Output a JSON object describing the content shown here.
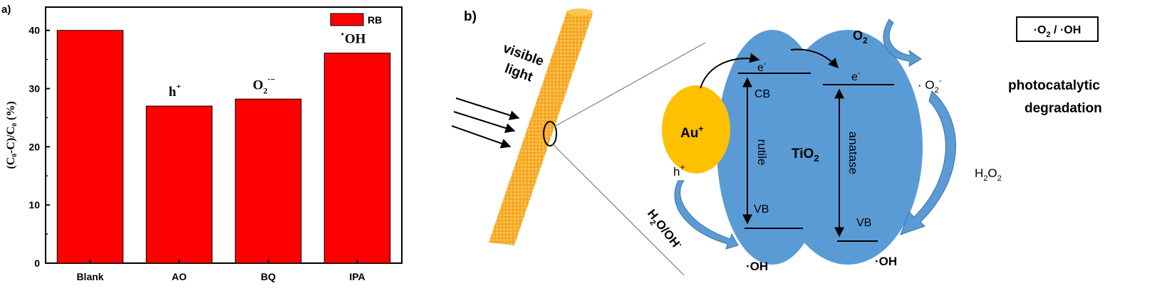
{
  "chart_data": {
    "panel_label": "a)",
    "type": "bar",
    "title": "",
    "xlabel": "",
    "ylabel": "(C₀-C)/C₀ (%)",
    "ylim": [
      0,
      44
    ],
    "yticks": [
      0,
      10,
      20,
      30,
      40
    ],
    "grid": false,
    "legend": {
      "position": "top-right",
      "entries": [
        "RB"
      ]
    },
    "categories": [
      "Blank",
      "AO",
      "BQ",
      "IPA"
    ],
    "series": [
      {
        "name": "RB",
        "color": "#ff0000",
        "values": [
          40.0,
          27.0,
          28.2,
          36.1
        ]
      }
    ],
    "bar_annotations": [
      {
        "category": "AO",
        "base": "h",
        "sup": "+"
      },
      {
        "category": "BQ",
        "base": "O",
        "sub": "2",
        "sup": "·−"
      },
      {
        "category": "IPA",
        "base": "OH",
        "pre": "·"
      }
    ]
  },
  "diagram": {
    "panel_label": "b)",
    "light_label_1": "visible",
    "light_label_2": "light",
    "au_label": "Au",
    "au_sup": "+",
    "hole_label": "h",
    "hole_sup": "+",
    "electron_rutile": "e",
    "electron_anatase": "e",
    "electron_sup": "-",
    "cb_label": "CB",
    "vb_label_rutile": "VB",
    "vb_label_anatase": "VB",
    "rutile_label": "rutile",
    "anatase_label": "anatase",
    "tio2_base": "TiO",
    "tio2_sub": "2",
    "o2_base": "O",
    "o2_sub": "2",
    "superoxide_pre": "· O",
    "superoxide_sub": "2",
    "superoxide_sup": "-",
    "h2o2_a": "H",
    "h2o2_sub": "2",
    "h2o2_b": "O",
    "h2o2_sub2": "2",
    "water_label_a": "H",
    "water_label_sub": "2",
    "water_label_b": "O/OH",
    "water_label_sup": "-",
    "oh_rutile": "·OH",
    "oh_anatase": "·OH",
    "box_pre": "·O",
    "box_sub": "2",
    "box_post": " / ·OH",
    "result_line_1": "photocatalytic",
    "result_line_2": "degradation",
    "colors": {
      "fiber": "#f9b233",
      "au": "#ffc000",
      "tio2": "#5b9bd5",
      "arrow_blue": "#5b9bd5"
    }
  }
}
